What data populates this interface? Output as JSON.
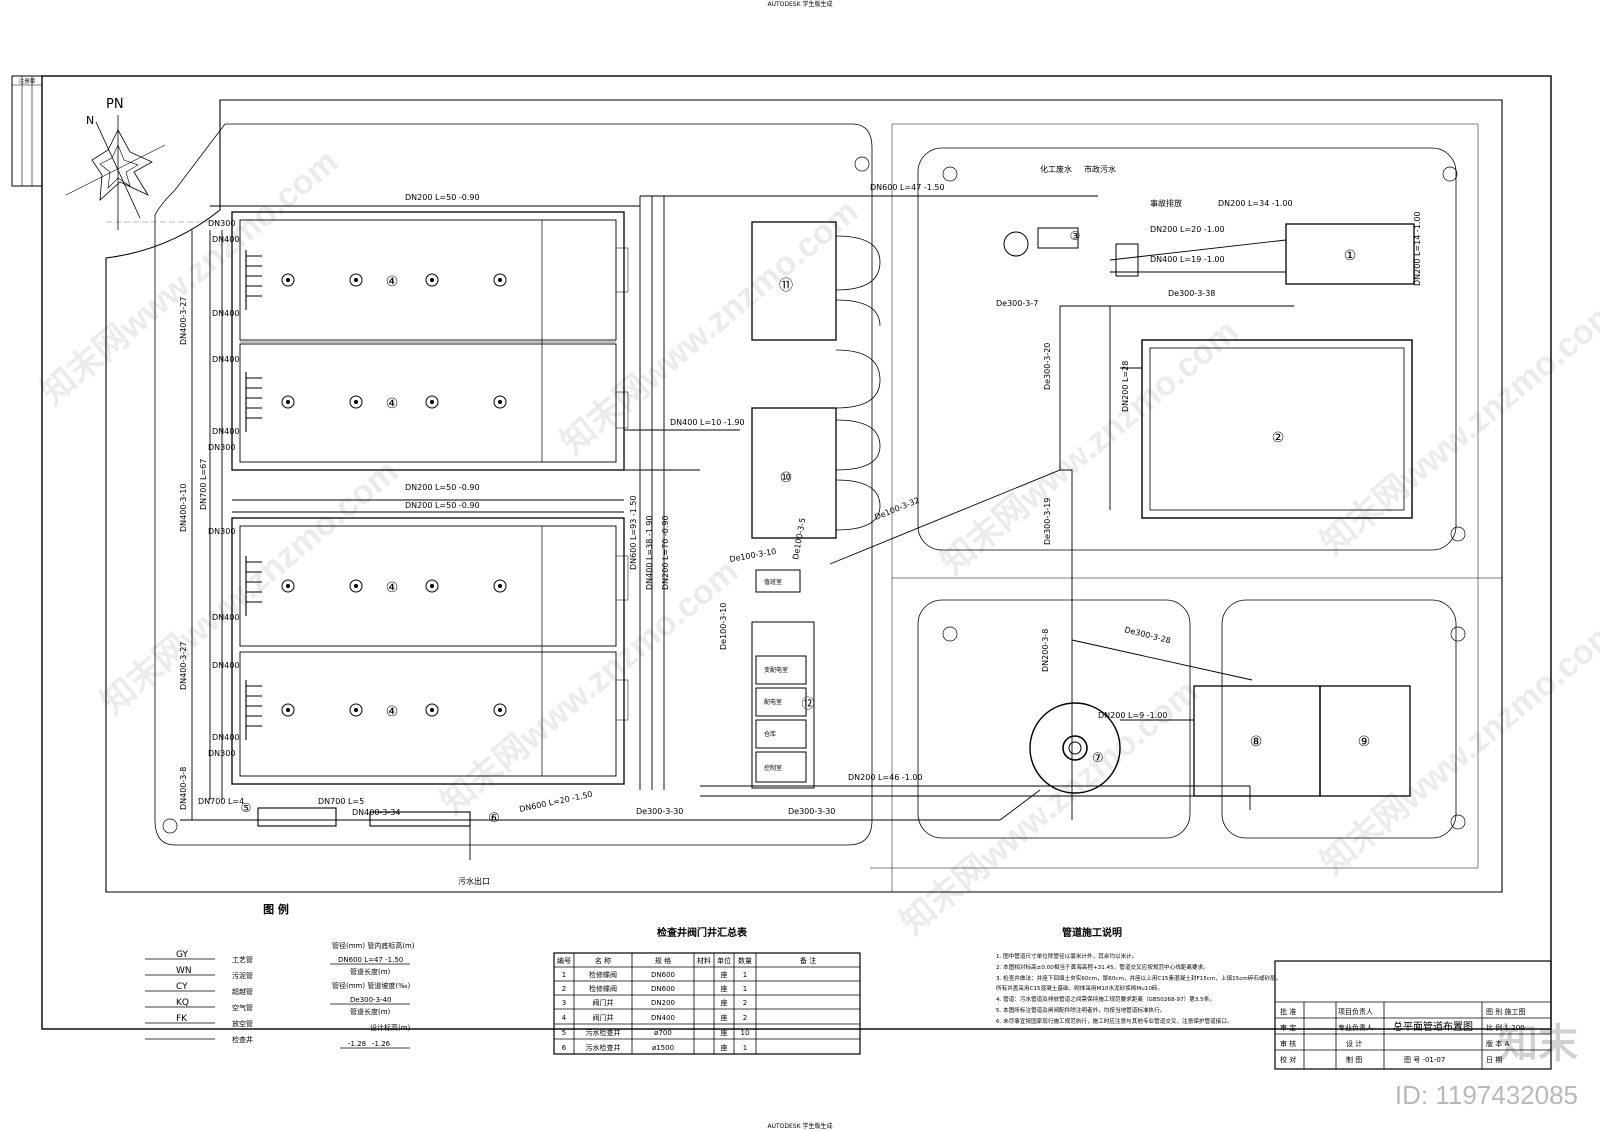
{
  "header_note": "AUTODESK 学生版生成",
  "footer_note": "AUTODESK 学生版生成",
  "stamp_box": "注册章",
  "compass": {
    "north": "N",
    "project_north": "PN"
  },
  "units": {
    "u1": "①",
    "u2": "②",
    "u3": "③",
    "u4": "④",
    "u5": "⑤",
    "u6": "⑥",
    "u7": "⑦",
    "u8": "⑧",
    "u9": "⑨",
    "u10": "⑩",
    "u11": "⑪",
    "u12": "⑫"
  },
  "pipe_labels": {
    "dn200_top": "DN200 L=50 -0.90",
    "dn200_mid": "DN200 L=50 -0.90",
    "dn200_bot": "DN200 L=50 -0.90",
    "dn600_top": "DN600 L=47 -1.50",
    "dn400_mid": "DN400 L=10 -1.90",
    "dn400_v": "DN400 L=38 -1.90",
    "dn600_v": "DN600 L=93 -1.50",
    "dn200_v70": "DN200 L=70 -0.90",
    "dn600_bot": "DN600 L=20 -1.50",
    "de300_30a": "De300-3-30",
    "de300_30b": "De300-3-30",
    "dn400_34": "DN400-3-34",
    "dn700_4": "DN700 L=4",
    "dn700_5": "DN700 L=5",
    "dn400_27a": "DN400-3-27",
    "dn400_27b": "DN400-3-27",
    "dn400_10": "DN400-3-10",
    "dn700_67": "DN700 L=67",
    "dn400_8": "DN400-3-8",
    "dn200_46": "DN200 L=46 -1.00",
    "dn200_9": "DN200 L=9 -1.00",
    "dn200_8v": "DN200-3-8",
    "de300_28": "De300-3-28",
    "de300_19": "De300-3-19",
    "de300_20": "De300-3-20",
    "de300_32": "De100-3-32",
    "de300_38": "De300-3-38",
    "de300_7": "De300-3-7",
    "dn200_20": "DN200 L=20 -1.00",
    "dn400_19": "DN400 L=19 -1.00",
    "dn200_34": "DN200 L=34 -1.00",
    "dn200_14": "DN200 L=14 -1.00",
    "dn200_28": "DN200 L=28",
    "de100_10a": "De100-3-10",
    "de100_10b": "De100-3-10",
    "de100_5": "De100-3-5",
    "dn300": "DN300",
    "dn400": "DN400",
    "hgcs": "化工废水",
    "szws": "市政污水",
    "zlps": "事故排放",
    "wsjk": "污水出口"
  },
  "room_labels": [
    "值班室",
    "变配电室",
    "配电室",
    "仓库",
    "控制室"
  ],
  "legend": {
    "title": "图  例",
    "rows": [
      {
        "code": "GY",
        "name": "工艺管"
      },
      {
        "code": "WN",
        "name": "污泥管"
      },
      {
        "code": "CY",
        "name": "超越管"
      },
      {
        "code": "KQ",
        "name": "空气管"
      },
      {
        "code": "FK",
        "name": "放空管"
      }
    ],
    "ex1_top": "管径(mm)   管内底标高(m)",
    "ex1": "DN600 L=47 -1.50",
    "ex1_bot": "管道长度(m)",
    "ex2_top": "管径(mm)   管道坡度(‰)",
    "ex2": "De300-3-40",
    "ex2_bot": "管道长度(m)",
    "ex3_top": "设计标高(m)",
    "ex3a": "-1.28",
    "ex3b": "-1.26",
    "last": "检查井"
  },
  "valve_table": {
    "title": "检查井阀门井汇总表",
    "headers": [
      "编号",
      "名 称",
      "规 格",
      "材料",
      "单位",
      "数量",
      "备 注"
    ],
    "rows": [
      [
        "1",
        "检修蝶阀",
        "DN600",
        "",
        "座",
        "1",
        ""
      ],
      [
        "2",
        "检修蝶阀",
        "DN600",
        "",
        "座",
        "1",
        ""
      ],
      [
        "3",
        "阀门井",
        "DN200",
        "",
        "座",
        "2",
        ""
      ],
      [
        "4",
        "阀门井",
        "DN400",
        "",
        "座",
        "2",
        ""
      ],
      [
        "5",
        "污水检查井",
        "ø700",
        "",
        "座",
        "10",
        ""
      ],
      [
        "6",
        "污水检查井",
        "ø1500",
        "",
        "座",
        "1",
        ""
      ]
    ]
  },
  "notes": {
    "title": "管道施工说明",
    "lines": [
      "1. 图中管道尺寸单位除管径以毫米计外，其余均以米计。",
      "2. 本图相对标高±0.00相当于黄海高程+31.45，管道交叉应按规范中心线距离要求。",
      "3. 检查井做法：井座下回填土夯实60cm，厚60cm，井座以上用C15素混凝土封F15cm，上填15cm碎石或砂层。",
      "   所有井盖采用C15混凝土基础，砌体采用M10水泥砂浆砌Mu10砖。",
      "4. 管道：污水管道及排放管道之间需保持施工规范要求距离（GB50268-97）第3.5条。",
      "5. 本图所标注管道及闸阀配件除注明者外，均按当地管道标准执行。",
      "6. 未尽事宜按国家现行施工规范执行，施工时应注意与其他专业管道交叉，注意保护管道接口。"
    ]
  },
  "title_block": {
    "c1": [
      "批 准",
      "审 定",
      "审 核",
      "校 对"
    ],
    "c2": [
      "项目负责人",
      "专业负责人",
      "设 计",
      "制 图"
    ],
    "center": "总平面管道布置图",
    "c4": [
      "图 别 施工图",
      "比 例 1:200",
      "版 本 A",
      "日 期"
    ],
    "drawing_no": "图 号 -01-07"
  },
  "watermark": "知末网www.znzmo.com",
  "brand": "知末",
  "id_text": "ID: 1197432085"
}
